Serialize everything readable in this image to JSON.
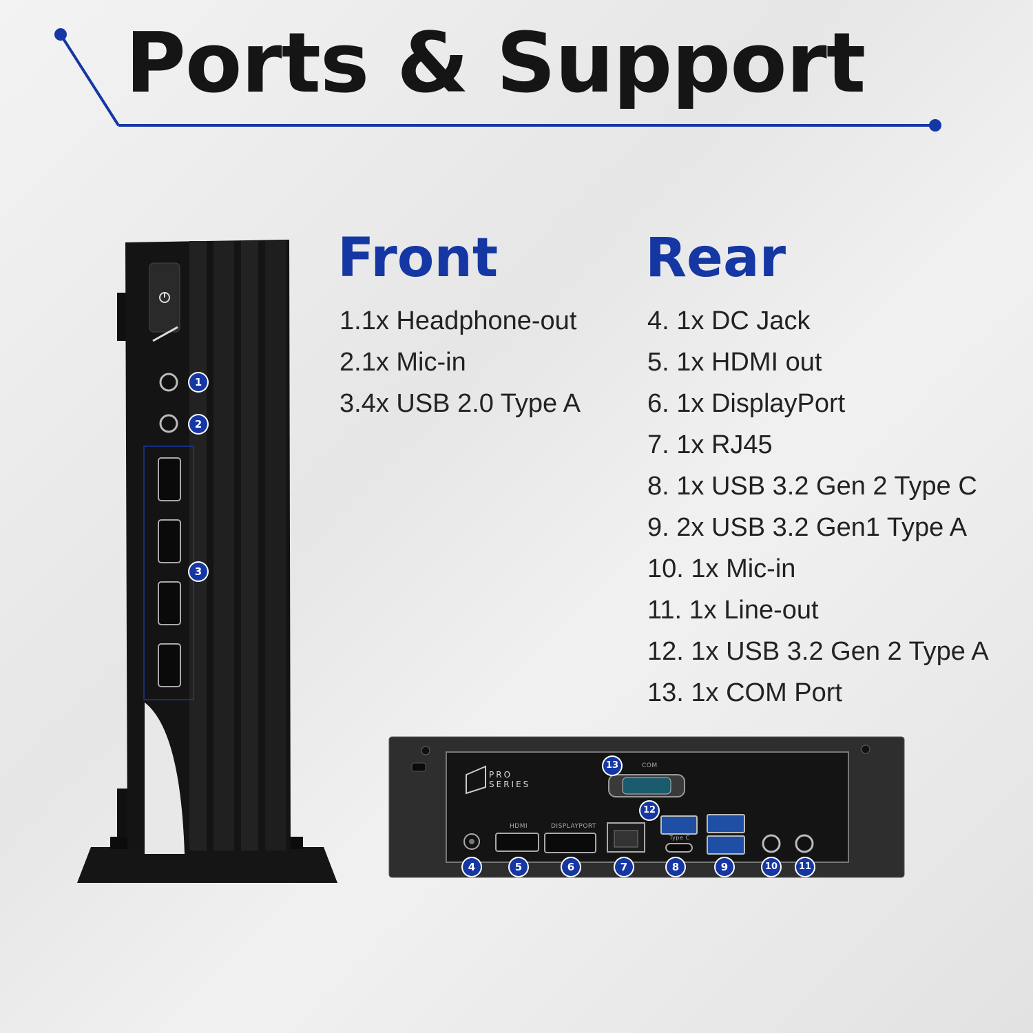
{
  "title": "Ports & Support",
  "accent_color": "#1537a4",
  "front": {
    "heading": "Front",
    "items": [
      "1.1x Headphone-out",
      "2.1x Mic-in",
      "3.4x USB 2.0 Type A"
    ]
  },
  "rear": {
    "heading": "Rear",
    "items": [
      "4. 1x DC Jack",
      "5. 1x HDMI out",
      "6. 1x DisplayPort",
      "7. 1x RJ45",
      "8. 1x USB 3.2 Gen 2 Type C",
      "9. 2x USB 3.2 Gen1 Type A",
      "10. 1x Mic-in",
      "11.  1x Line-out",
      "12. 1x USB 3.2 Gen 2 Type A",
      "13. 1x COM Port"
    ]
  },
  "front_badges": [
    "1",
    "2",
    "3"
  ],
  "rear_badges": [
    "4",
    "5",
    "6",
    "7",
    "8",
    "9",
    "10",
    "11",
    "12",
    "13"
  ],
  "rear_panel_labels": {
    "com": "COM",
    "hdmi": "HDMI",
    "displayport": "DISPLAYPORT",
    "type_c": "Type C",
    "brand_line1": "PRO",
    "brand_line2": "SERIES"
  }
}
